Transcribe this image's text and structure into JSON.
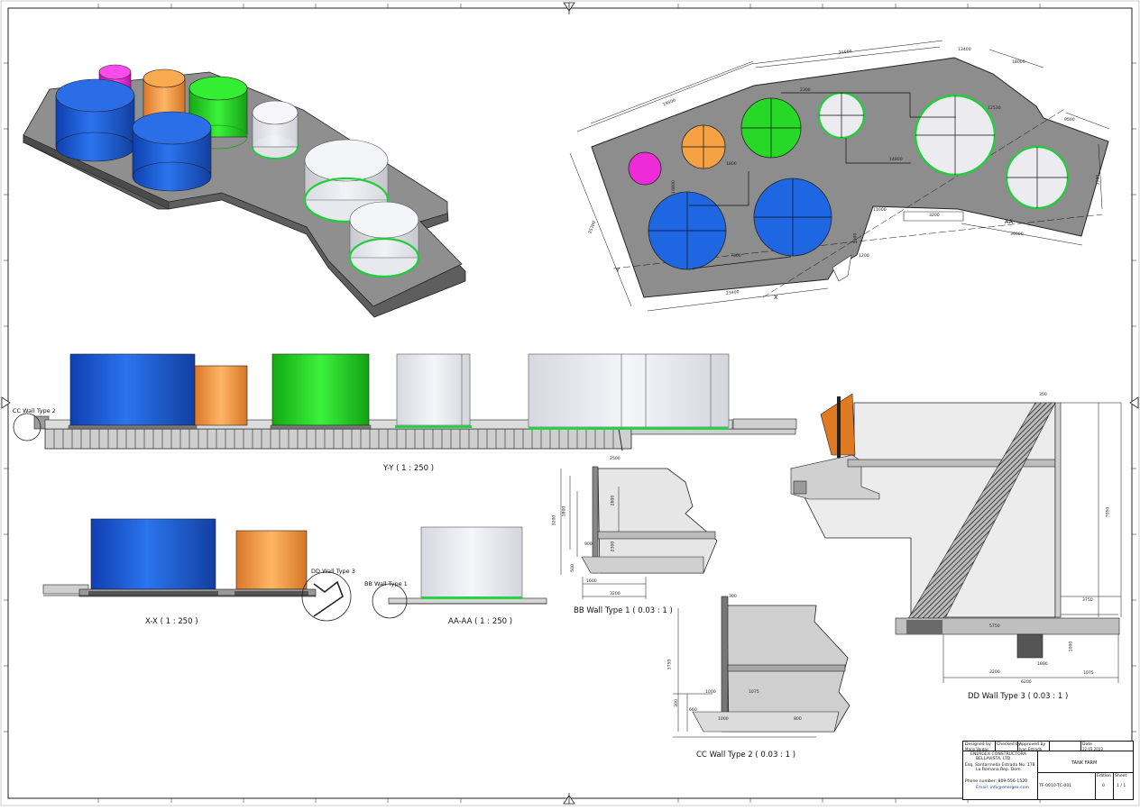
{
  "views": {
    "yy": "Y-Y ( 1 : 250 )",
    "xx": "X-X ( 1 : 250 )",
    "aa": "AA-AA ( 1 : 250 )",
    "bb_wall": "BB Wall Type 1 ( 0.03 : 1 )",
    "cc_wall": "CC Wall Type 2 ( 0.03 : 1 )",
    "dd_wall": "DD Wall Type 3 ( 0.03 : 1 )"
  },
  "callouts": {
    "cc": "CC Wall Type 2",
    "dd": "DD Wall Type 3",
    "bb": "BB Wall Type 1",
    "plan_x": "X",
    "plan_y": "Y",
    "plan_aa": "AA"
  },
  "title_block": {
    "designed_by_label": "Designed by",
    "designed_by": "Mario Vargas",
    "checked_by_label": "Checked by",
    "approved_by_label": "Approved by",
    "approved_by": "Ivan Estrada",
    "date_label": "Date",
    "date": "22.03.2023",
    "company_1": "ENERGEX CONSTRUCTORA",
    "company_2": "BELLAVISTA, LTD.",
    "address_1": "Esq. Santarmeda Estrada No. 178",
    "address_2": "La Romana Rep. Dom.",
    "phone": "Phone number: 809-556-1520",
    "email": "Email: info@energex.com",
    "drawing_title": "TANK FARM",
    "doc_no": "TF-0010-TC-001",
    "edition_label": "Edition",
    "edition": "0",
    "sheet_label": "Sheet",
    "sheet": "1 / 1"
  },
  "dims": {
    "plan": [
      "21600",
      "19500",
      "13400",
      "18000",
      "9500",
      "2300",
      "12530",
      "39000",
      "11000",
      "3200",
      "16800",
      "14800",
      "23400",
      "7300",
      "3600",
      "1800",
      "25700",
      "1200",
      "3500"
    ],
    "bb": [
      "2500",
      "2800",
      "3200",
      "1800",
      "900",
      "2300",
      "500",
      "1600",
      "3200"
    ],
    "cc": [
      "300",
      "3750",
      "1075",
      "300",
      "1000",
      "660",
      "1000",
      "800"
    ],
    "dd": [
      "350",
      "7050",
      "5750",
      "3200",
      "3750",
      "6200",
      "1075",
      "1000",
      "1800"
    ]
  },
  "colors": {
    "tank_blue": "#1f5fd6",
    "tank_orange": "#f2a04a",
    "tank_green": "#1fd11f",
    "tank_magenta": "#ee2bd8",
    "tank_glass": "#e9eaf0",
    "concrete": "#7a7a7a"
  }
}
